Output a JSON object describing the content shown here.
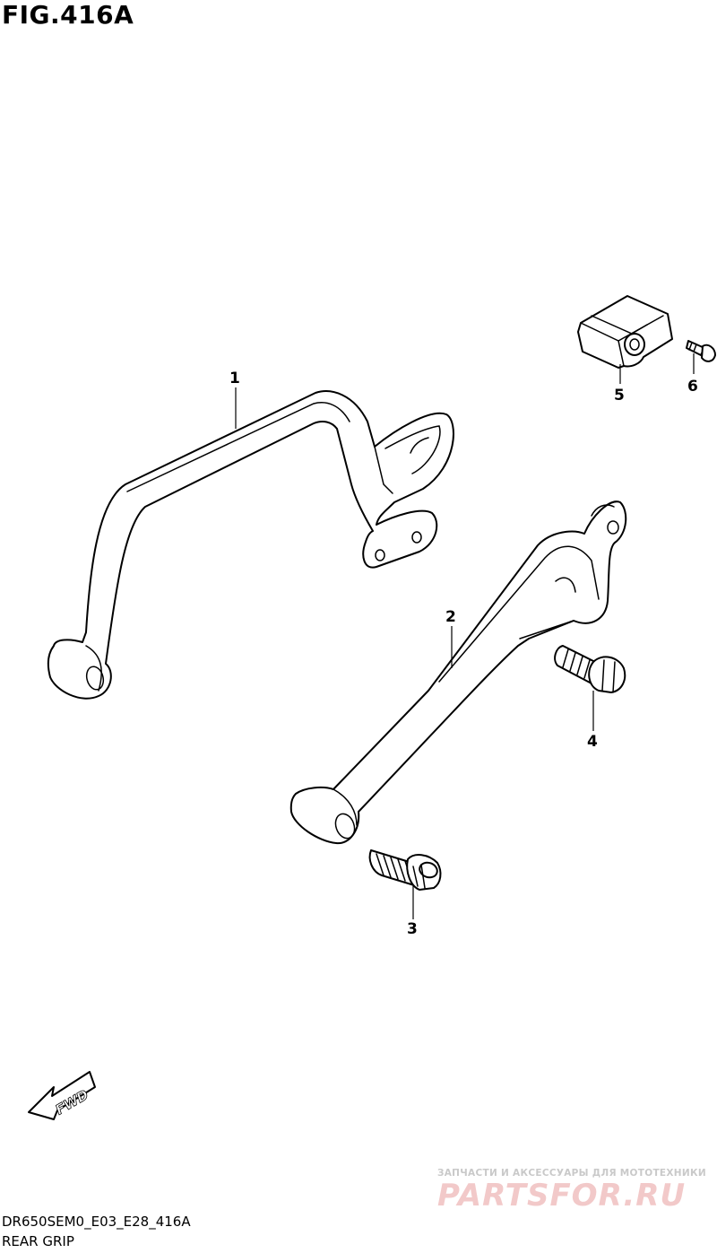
{
  "figure": {
    "title": "FIG.416A",
    "code": "DR650SEM0_E03_E28_416A",
    "name": "REAR GRIP"
  },
  "callouts": [
    {
      "id": "1",
      "label": "1"
    },
    {
      "id": "2",
      "label": "2"
    },
    {
      "id": "3",
      "label": "3"
    },
    {
      "id": "4",
      "label": "4"
    },
    {
      "id": "5",
      "label": "5"
    },
    {
      "id": "6",
      "label": "6"
    }
  ],
  "direction_arrow": {
    "label": "FWD",
    "icon": "fwd-arrow-icon"
  },
  "watermark": {
    "tagline": "ЗАПЧАСТИ И АКСЕССУАРЫ ДЛЯ МОТОТЕХНИКИ",
    "logo": "PARTSFOR.RU"
  }
}
